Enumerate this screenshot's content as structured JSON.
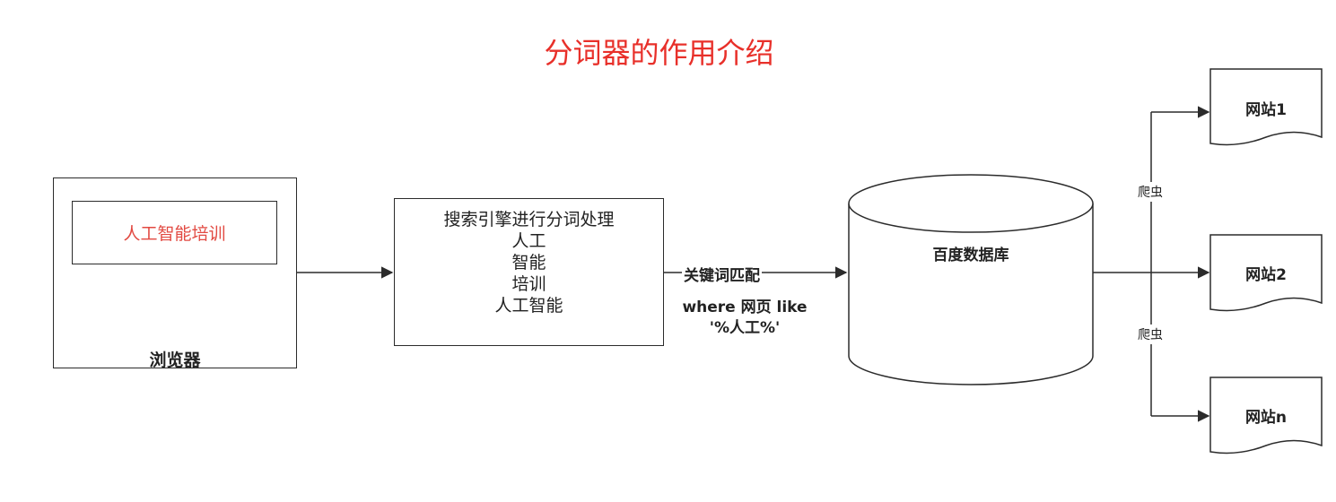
{
  "title": "分词器的作用介绍",
  "browser": {
    "search_text": "人工智能培训",
    "label": "浏览器"
  },
  "process": {
    "lines": [
      "搜索引擎进行分词处理",
      "人工",
      "智能",
      "培训",
      "人工智能"
    ]
  },
  "edge": {
    "match_label": "关键词匹配",
    "query_line1": "where 网页 like",
    "query_line2": "'%人工%'"
  },
  "database": {
    "label": "百度数据库"
  },
  "sites": [
    {
      "label": "网站1"
    },
    {
      "label": "网站2"
    },
    {
      "label": "网站n"
    }
  ],
  "crawler_label": "爬虫",
  "colors": {
    "title": "#e8302a",
    "search_text": "#e24a42",
    "stroke": "#2b2b2b"
  }
}
